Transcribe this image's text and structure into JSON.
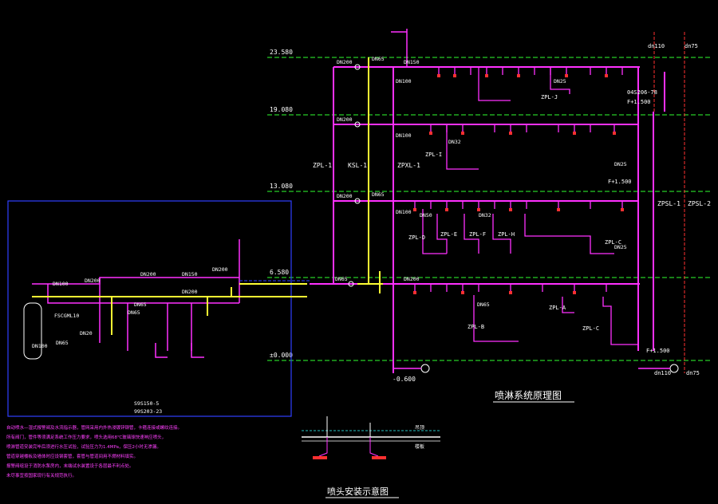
{
  "colors": {
    "background": "#000000",
    "pipe_main": "#ff30ff",
    "pipe_alt": "#ffff33",
    "level_line": "#30ff30",
    "frame": "#3040ff",
    "text": "#ffffff",
    "note_text": "#ff40ff",
    "red_accent": "#ff3030",
    "cyan_accent": "#33ffff"
  },
  "titles": {
    "system": "喷淋系统原理图",
    "sprinkler_install": "喷头安装示意图"
  },
  "levels": [
    {
      "label": "23.580"
    },
    {
      "label": "19.080"
    },
    {
      "label": "13.080"
    },
    {
      "label": "6.580"
    },
    {
      "label": "±0.000"
    },
    {
      "label": "-0.600"
    }
  ],
  "riser_labels": [
    "ZPL-1",
    "KSL-1",
    "ZPXL-1",
    "ZPSL-1",
    "ZPSL-2"
  ],
  "branch_labels": [
    "ZPL-J",
    "ZPL-I",
    "ZPL-D",
    "ZPL-E",
    "ZPL-F",
    "ZPL-H",
    "ZPL-C",
    "ZPL-A",
    "ZPL-B",
    "ZPL-C"
  ],
  "pipe_labels": [
    "DN200",
    "DN200",
    "DN200",
    "DN200",
    "DN150",
    "DN100",
    "DN100",
    "DN100",
    "DN50",
    "DN65",
    "DN65",
    "DN32",
    "DN32",
    "DN25",
    "DN25",
    "DN25",
    "DN65",
    "DN65"
  ],
  "elevation_marks": [
    "F+1.500",
    "F+1.500",
    "F+1.500"
  ],
  "misc_labels": [
    "04S206-78",
    "dn110",
    "dn75",
    "dn75",
    "dn110"
  ],
  "left_box_labels": [
    "DN100",
    "DN200",
    "DN200",
    "DN150",
    "DN200",
    "DN200",
    "DN20",
    "DN65",
    "DN65",
    "DN100",
    "DN65",
    "FSCGML10"
  ],
  "left_box_refs": [
    "S9S150-5",
    "99S203-23"
  ],
  "notes_lines": [
    "自动喷水—湿式报警阀及水流指示器，管网采用内外热浸镀锌钢管，卡箍连接或螺纹连接。",
    "所有阀门，管件等须满足系统工作压力要求，喷头选用68℃玻璃球快速响应喷头，",
    "喷淋管道安装完毕后须进行水压试验，试验压力为1.4MPa，保压2小时无渗漏。",
    "管道穿越楼板及墙体时应设钢套管，套管与管道间用不燃材料填实。",
    "报警阀组设于消防水泵房内，末端试水装置设于各层最不利点处。",
    "未尽事宜按国家现行有关规范执行。"
  ],
  "legend_labels": [
    "吊顶",
    "楼板"
  ]
}
